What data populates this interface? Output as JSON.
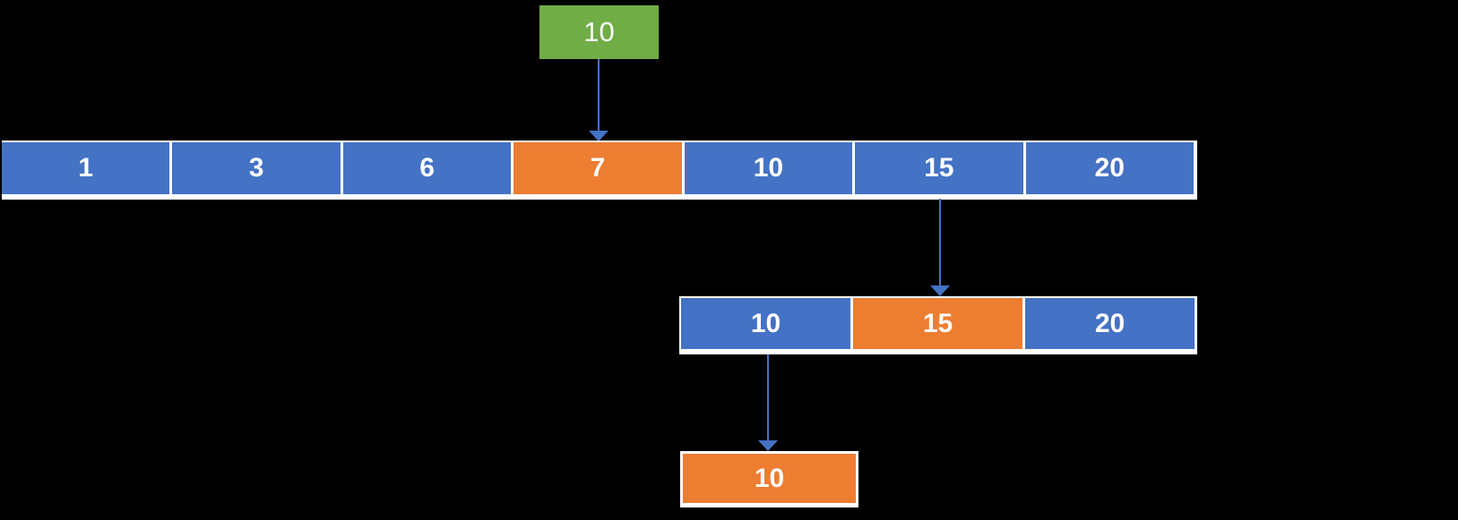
{
  "diagram": {
    "name": "binary-search-visualization",
    "background": "#000000"
  },
  "colors": {
    "cell-blue": "#4472C4",
    "cell-orange": "#ED7D31",
    "target-green": "#70AD47",
    "arrow-blue": "#4472C4",
    "cell-border-white": "#FFFFFF",
    "text-white": "#FFFFFF"
  },
  "target_box": {
    "label": "10"
  },
  "rows": [
    {
      "name": "initial-array",
      "cells": [
        {
          "value": "1",
          "highlighted": false
        },
        {
          "value": "3",
          "highlighted": false
        },
        {
          "value": "6",
          "highlighted": false
        },
        {
          "value": "7",
          "highlighted": true
        },
        {
          "value": "10",
          "highlighted": false
        },
        {
          "value": "15",
          "highlighted": false
        },
        {
          "value": "20",
          "highlighted": false
        }
      ]
    },
    {
      "name": "second-step-subarray",
      "cells": [
        {
          "value": "10",
          "highlighted": false
        },
        {
          "value": "15",
          "highlighted": true
        },
        {
          "value": "20",
          "highlighted": false
        }
      ]
    },
    {
      "name": "final-step-subarray",
      "cells": [
        {
          "value": "10",
          "highlighted": true
        }
      ]
    }
  ],
  "arrows": [
    {
      "icon": "down-arrow-icon",
      "from": "target-box",
      "to": "initial-array-cell-7"
    },
    {
      "icon": "down-arrow-icon",
      "from": "initial-array-cell-15",
      "to": "subarray-cell-15"
    },
    {
      "icon": "down-arrow-icon",
      "from": "subarray-cell-10",
      "to": "result-cell-10"
    }
  ]
}
